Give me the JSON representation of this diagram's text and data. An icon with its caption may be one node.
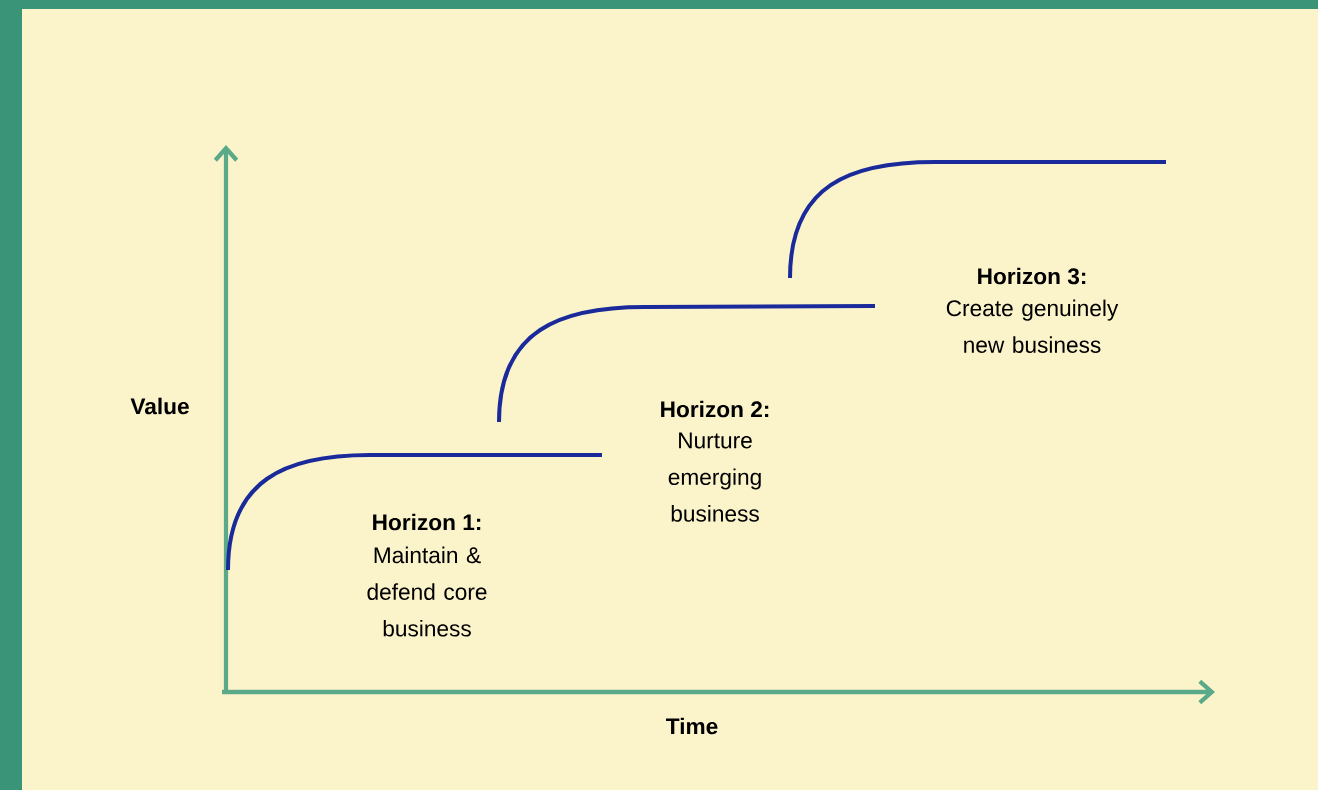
{
  "diagram": {
    "labels": [
      "Value",
      "Horizon 3:",
      "Create genuinely new business",
      "Horizon 2:",
      "Nurture emerging business",
      "Horizon 1:",
      "Maintain & defend core business",
      "Time"
    ]
  }
}
